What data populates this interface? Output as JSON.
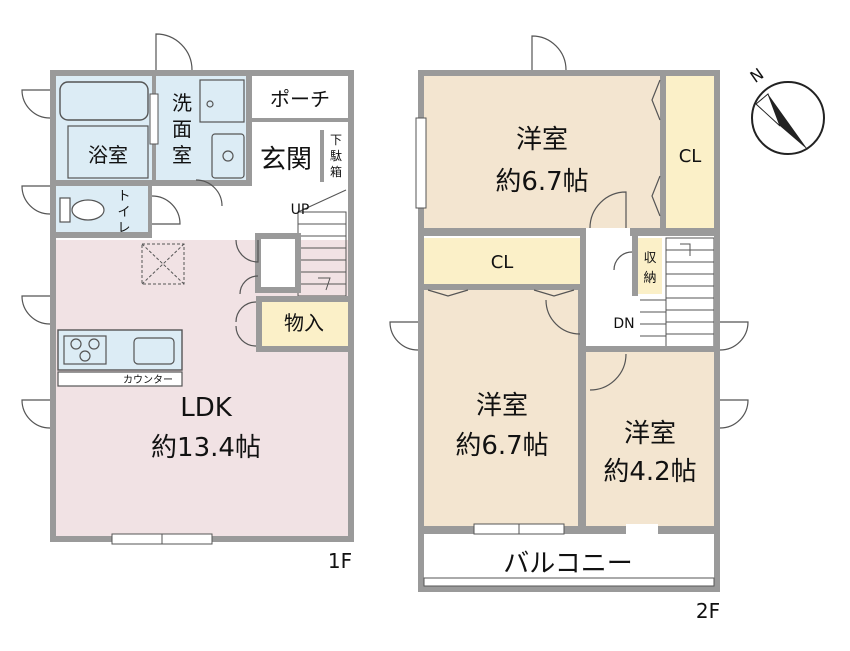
{
  "floors": {
    "first": "1F",
    "second": "2F"
  },
  "rooms_1f": {
    "bath": "浴室",
    "wash": [
      "洗",
      "面",
      "室"
    ],
    "porch": "ポーチ",
    "entrance": "玄関",
    "shoe_box": [
      "下",
      "駄",
      "箱"
    ],
    "toilet": [
      "ト",
      "イ",
      "レ"
    ],
    "up": "UP",
    "storage": "物入",
    "counter": "カウンター",
    "ldk_name": "LDK",
    "ldk_size": "約13.4帖"
  },
  "rooms_2f": {
    "north_room_name": "洋室",
    "north_room_size": "約6.7帖",
    "closet_right": "CL",
    "closet_mid": "CL",
    "storage": [
      "収",
      "納"
    ],
    "down": "DN",
    "sw_room_name": "洋室",
    "sw_room_size": "約6.7帖",
    "se_room_name": "洋室",
    "se_room_size": "約4.2帖",
    "balcony": "バルコニー"
  },
  "compass": {
    "label": "N",
    "icon": "compass-north-icon"
  },
  "colors": {
    "wall": "#9a9a9a",
    "ldk": "#f1e2e4",
    "wet": "#dcecf5",
    "western": "#f3e5d0",
    "closet": "#fbf0c8",
    "white": "#ffffff"
  }
}
